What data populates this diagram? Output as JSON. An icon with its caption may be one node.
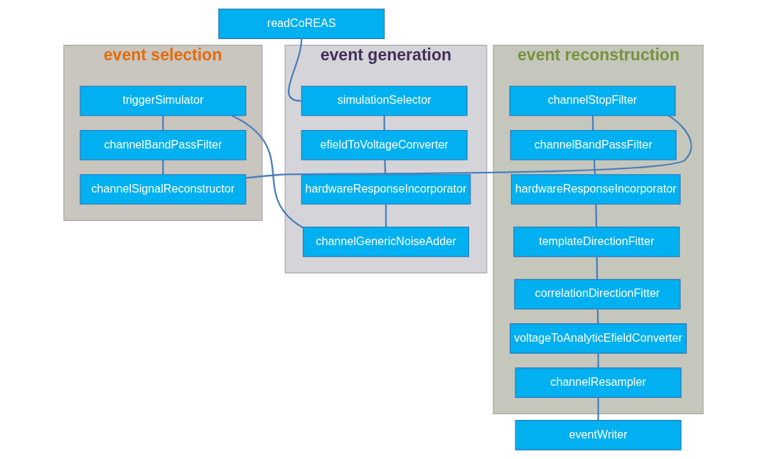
{
  "diagram": {
    "nodes": [
      {
        "text": [
          "event generation"
        ]
      },
      {
        "text": [
          "readCoREAS"
        ]
      },
      {
        "text": [
          "simulationSelector"
        ],
        "in": 0
      },
      {
        "text": [
          "efieldToVoltageConverter"
        ],
        "in": 0
      },
      {
        "text": [
          "hardwareResponseIncorporator"
        ],
        "in": 0
      },
      {
        "text": [
          "channelGenericNoiseAdder"
        ],
        "in": 0
      },
      {
        "text": [
          "event selection"
        ]
      },
      {
        "text": [
          "triggerSimulator"
        ],
        "in": 6
      },
      {
        "text": [
          "channelBandPassFilter"
        ],
        "in": 6
      },
      {
        "text": [
          "channelSignalReconstructor"
        ],
        "in": 6
      },
      {
        "text": [
          "event reconstruction"
        ]
      },
      {
        "text": [
          "channelStopFilter"
        ],
        "in": 10
      },
      {
        "text": [
          "channelBandPassFilter"
        ],
        "in": 10
      },
      {
        "text": [
          "hardwareResponseIncorporator"
        ],
        "in": 10
      },
      {
        "text": [
          "templateDirectionFitter"
        ],
        "in": 10
      },
      {
        "text": [
          "correlationDirectionFitter"
        ],
        "in": 10
      },
      {
        "text": [
          "voltageToAnalyticEfieldConverter"
        ],
        "in": 10
      },
      {
        "text": [
          "channelResampler"
        ],
        "in": 10
      },
      {
        "text": [
          "eventWriter"
        ]
      }
    ],
    "edges": [
      {
        "from": 1,
        "to": 2,
        "arrow": "none"
      },
      {
        "from": 2,
        "to": 3,
        "arrow": "none"
      },
      {
        "from": 3,
        "to": 4,
        "arrow": "none"
      },
      {
        "from": 4,
        "to": 5,
        "arrow": "none"
      },
      {
        "from": 5,
        "to": 7,
        "arrow": "none"
      },
      {
        "from": 7,
        "to": 8,
        "arrow": "none"
      },
      {
        "from": 8,
        "to": 9,
        "arrow": "none"
      },
      {
        "from": 9,
        "to": 11,
        "arrow": "none"
      },
      {
        "from": 11,
        "to": 12,
        "arrow": "none"
      },
      {
        "from": 12,
        "to": 13,
        "arrow": "none"
      },
      {
        "from": 13,
        "to": 14,
        "arrow": "none"
      },
      {
        "from": 14,
        "to": 15,
        "arrow": "none"
      },
      {
        "from": 15,
        "to": 16,
        "arrow": "none"
      },
      {
        "from": 16,
        "to": 17,
        "arrow": "none"
      },
      {
        "from": 17,
        "to": 18,
        "arrow": "none"
      }
    ]
  }
}
